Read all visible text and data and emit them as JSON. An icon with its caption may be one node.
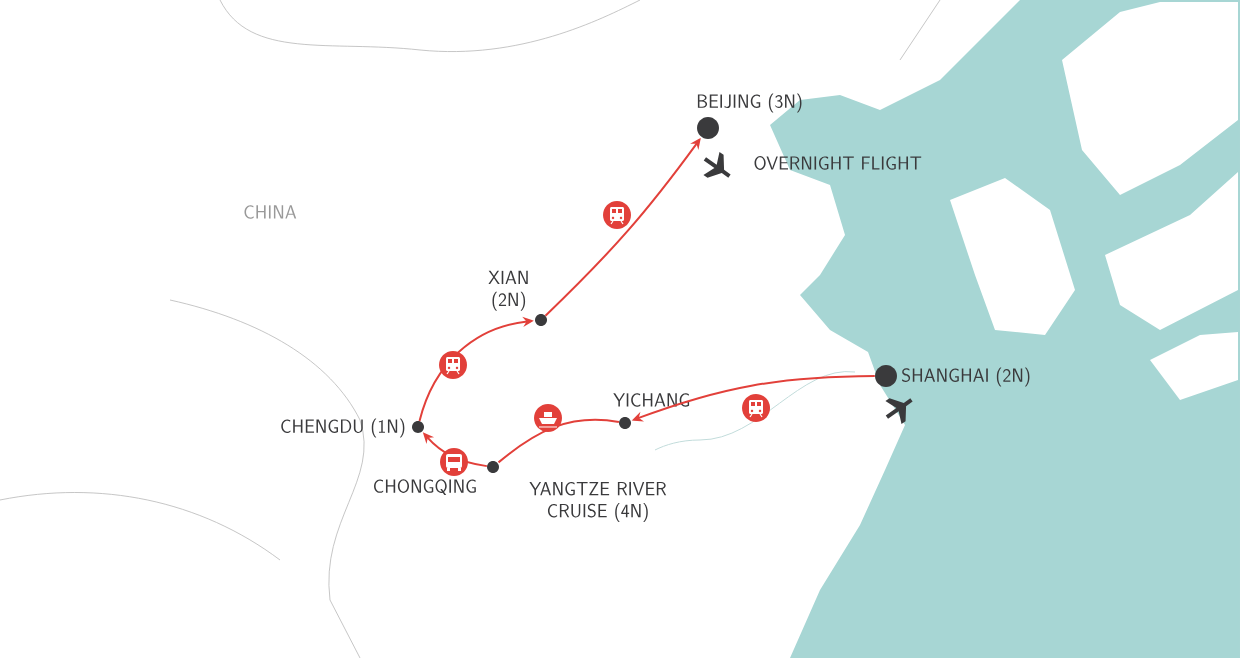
{
  "diagram": {
    "nodes": [
      {
        "text": [
          "BEIJING (3N)"
        ]
      },
      {
        "text": [
          "XIAN (2N)"
        ]
      },
      {
        "text": [
          "SHANGHAI (2N)"
        ]
      },
      {
        "text": [
          "YICHANG"
        ]
      },
      {
        "text": [
          "CHENGDU (1N)"
        ]
      },
      {
        "text": [
          "CHONGQING"
        ]
      }
    ],
    "edges": [
      {
        "from": 2,
        "to": 3,
        "arrow": "to"
      },
      {
        "from": 3,
        "to": 5,
        "arrow": "none",
        "label": "YANGTZE RIVER CRUISE (4N)"
      },
      {
        "from": 5,
        "to": 4,
        "arrow": "to"
      },
      {
        "from": 4,
        "to": 1,
        "arrow": "to"
      },
      {
        "from": 1,
        "to": 0,
        "arrow": "to"
      }
    ],
    "labels": [
      "CHINA",
      "OVERNIGHT FLIGHT"
    ]
  }
}
